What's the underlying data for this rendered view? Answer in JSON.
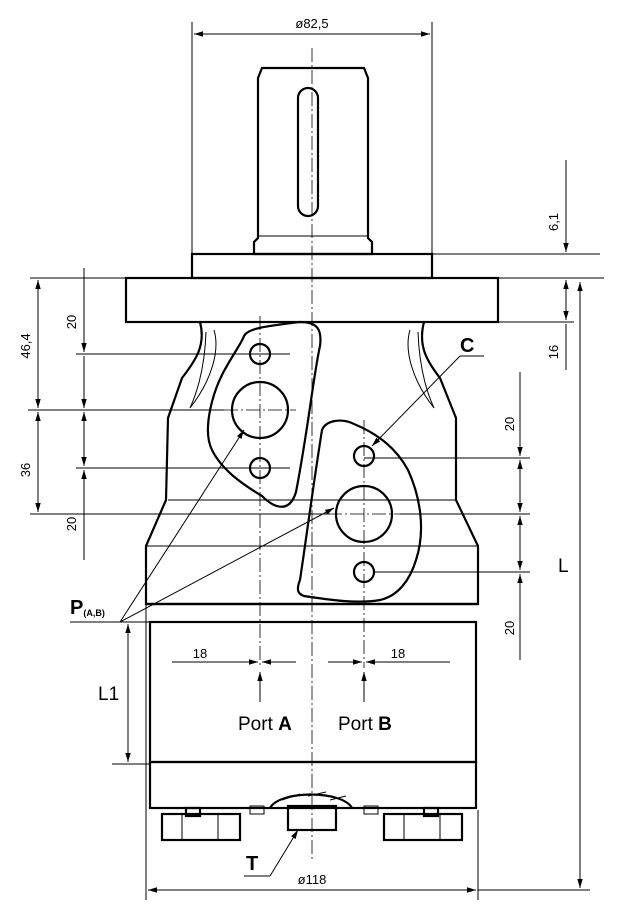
{
  "dimensions": {
    "shaft_diameter": "ø82,5",
    "shaft_offset": "6,1",
    "flange_thickness": "16",
    "body_diameter": "ø118",
    "left_total": "46,4",
    "left_top": "20",
    "left_lower": "36",
    "left_bottom": "20",
    "right_top": "20",
    "right_bottom": "20",
    "port_a_offset": "18",
    "port_b_offset": "18",
    "length_L": "L",
    "length_L1": "L1"
  },
  "labels": {
    "port_a_prefix": "Port ",
    "port_a_letter": "A",
    "port_b_prefix": "Port ",
    "port_b_letter": "B",
    "p_label": "P",
    "p_sub": "(A,B)",
    "c_label": "C",
    "t_label": "T"
  }
}
